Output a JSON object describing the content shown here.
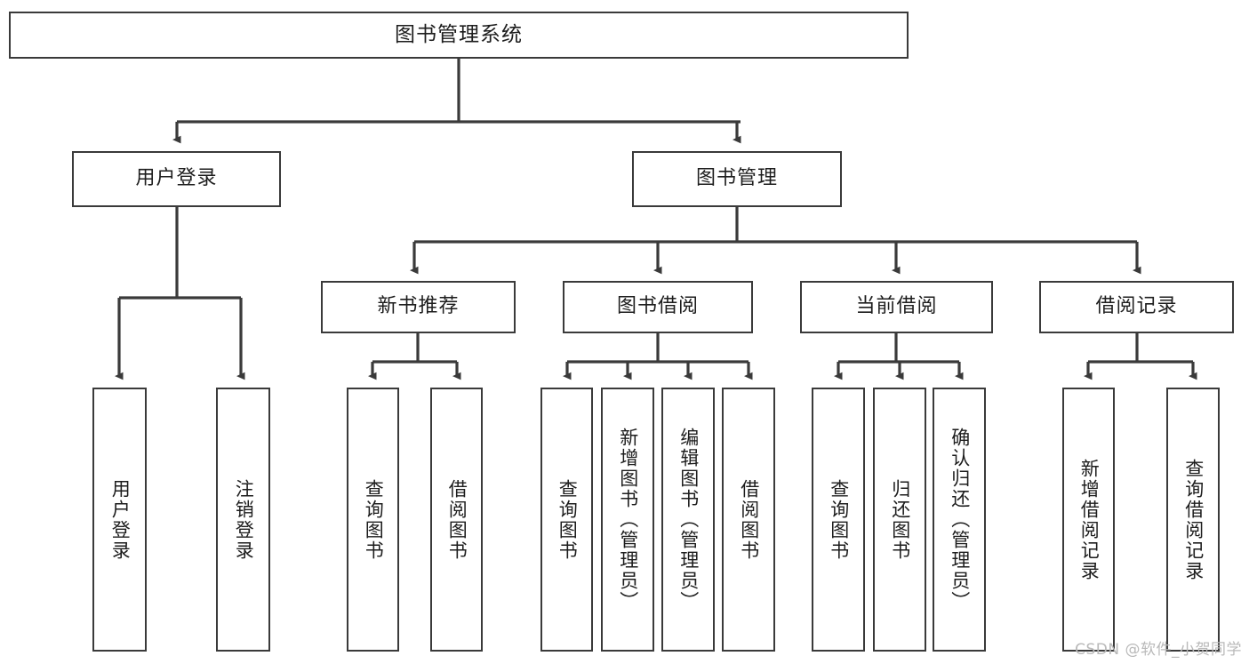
{
  "diagram": {
    "type": "tree-hierarchy",
    "title": "图书管理系统",
    "root": {
      "id": "root",
      "label": "图书管理系统"
    },
    "level2": [
      {
        "id": "user-login",
        "label": "用户登录"
      },
      {
        "id": "book-management",
        "label": "图书管理"
      }
    ],
    "level3": [
      {
        "id": "new-book-recommend",
        "label": "新书推荐",
        "parent": "book-management"
      },
      {
        "id": "book-borrow",
        "label": "图书借阅",
        "parent": "book-management"
      },
      {
        "id": "current-borrow",
        "label": "当前借阅",
        "parent": "book-management"
      },
      {
        "id": "borrow-record",
        "label": "借阅记录",
        "parent": "book-management"
      }
    ],
    "leaves": [
      {
        "id": "leaf-user-login",
        "label": "用户登录",
        "parent": "user-login"
      },
      {
        "id": "leaf-logout-login",
        "label": "注销登录",
        "parent": "user-login"
      },
      {
        "id": "leaf-query-book-1",
        "label": "查询图书",
        "parent": "new-book-recommend"
      },
      {
        "id": "leaf-borrow-book-1",
        "label": "借阅图书",
        "parent": "new-book-recommend"
      },
      {
        "id": "leaf-query-book-2",
        "label": "查询图书",
        "parent": "book-borrow"
      },
      {
        "id": "leaf-add-book",
        "label": "新增图书（管理员）",
        "parent": "book-borrow"
      },
      {
        "id": "leaf-edit-book",
        "label": "编辑图书（管理员）",
        "parent": "book-borrow"
      },
      {
        "id": "leaf-borrow-book-2",
        "label": "借阅图书",
        "parent": "book-borrow"
      },
      {
        "id": "leaf-query-book-3",
        "label": "查询图书",
        "parent": "current-borrow"
      },
      {
        "id": "leaf-return-book",
        "label": "归还图书",
        "parent": "current-borrow"
      },
      {
        "id": "leaf-confirm-return",
        "label": "确认归还（管理员）",
        "parent": "current-borrow"
      },
      {
        "id": "leaf-add-record",
        "label": "新增借阅记录",
        "parent": "borrow-record"
      },
      {
        "id": "leaf-query-record",
        "label": "查询借阅记录",
        "parent": "borrow-record"
      }
    ],
    "colors": {
      "stroke": "#3a3a3a",
      "fill": "#ffffff",
      "text": "#1d1d1d",
      "watermark": "#b9b9b9"
    }
  },
  "watermark": {
    "text": "CSDN @软件_小贺同学"
  }
}
